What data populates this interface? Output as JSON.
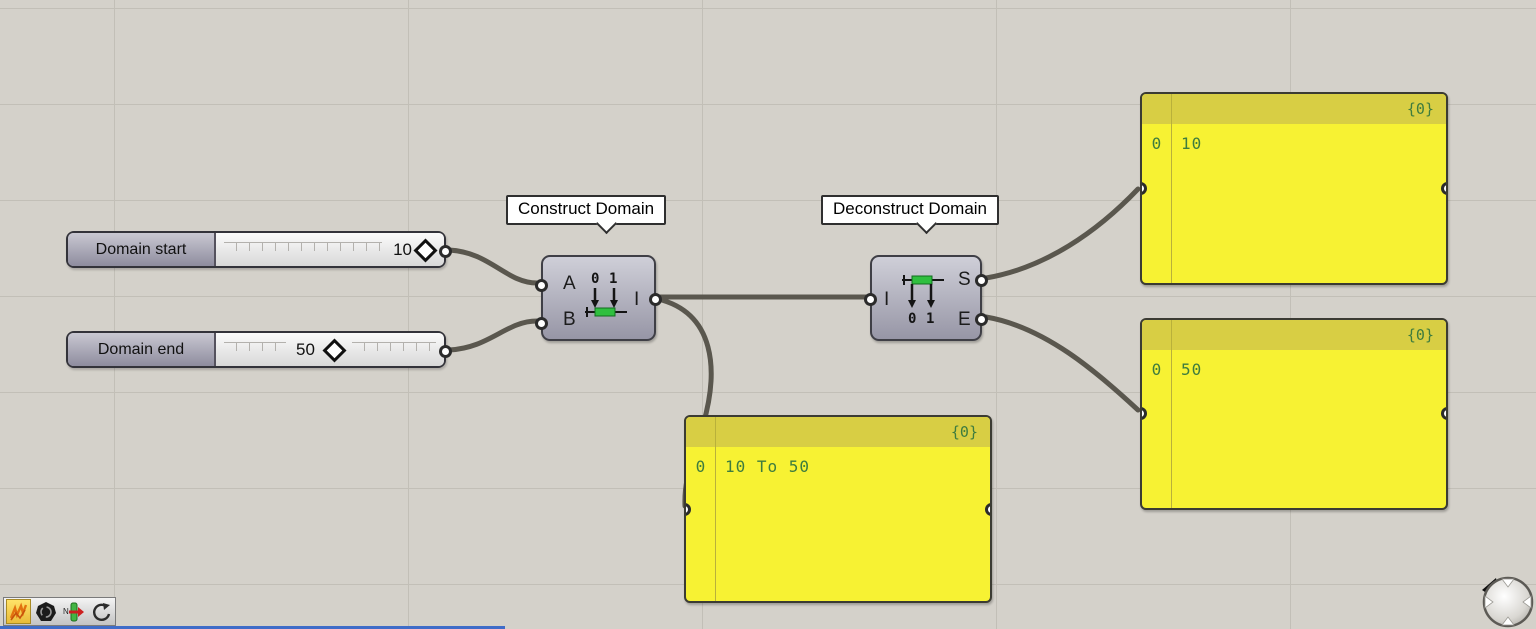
{
  "app": {
    "name": "Grasshopper node canvas"
  },
  "sliders": [
    {
      "label": "Domain start",
      "value": "10"
    },
    {
      "label": "Domain end",
      "value": "50"
    }
  ],
  "components": [
    {
      "tooltip": "Construct Domain",
      "ports_in": [
        "A",
        "B"
      ],
      "ports_out": [
        "I"
      ],
      "icon": {
        "name": "construct-domain-icon",
        "digits": [
          "0",
          "1"
        ]
      }
    },
    {
      "tooltip": "Deconstruct Domain",
      "ports_in": [
        "I"
      ],
      "ports_out": [
        "S",
        "E"
      ],
      "icon": {
        "name": "deconstruct-domain-icon",
        "digits": [
          "0",
          "1"
        ]
      }
    }
  ],
  "panels": [
    {
      "header": "{0}",
      "rows": [
        {
          "index": "0",
          "value": "10 To 50"
        }
      ]
    },
    {
      "header": "{0}",
      "rows": [
        {
          "index": "0",
          "value": "10"
        }
      ]
    },
    {
      "header": "{0}",
      "rows": [
        {
          "index": "0",
          "value": "50"
        }
      ]
    }
  ],
  "toolbar": {
    "icons": [
      {
        "name": "sketch-icon",
        "selected": true
      },
      {
        "name": "ink-blob-icon",
        "selected": false
      },
      {
        "name": "navigate-arrow-icon",
        "selected": false
      },
      {
        "name": "recompute-icon",
        "selected": false
      }
    ]
  },
  "colors": {
    "canvas": "#d4d1ca",
    "grid": "#c2bfb7",
    "wire": "#5a574e",
    "panel_body": "#f7f233",
    "panel_header": "#d8ce44",
    "panel_text": "#3e7c3e",
    "component_green": "#2fbf3f",
    "window_edge_blue": "#3f6cc8"
  }
}
